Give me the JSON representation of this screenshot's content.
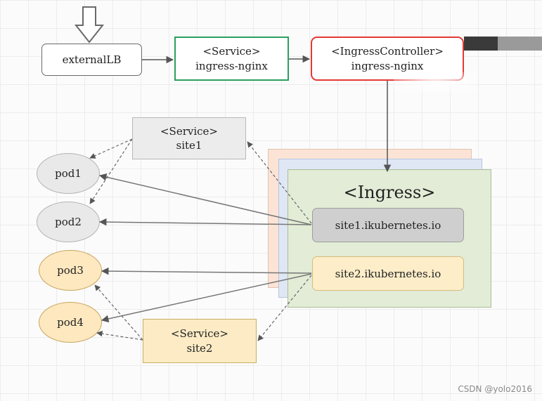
{
  "external_lb": {
    "label": "externalLB"
  },
  "service_nginx": {
    "line1": "<Service>",
    "line2": "ingress-nginx"
  },
  "ingress_controller": {
    "line1": "<IngressController>",
    "line2": "ingress-nginx"
  },
  "service_site1": {
    "line1": "<Service>",
    "line2": "site1"
  },
  "service_site2": {
    "line1": "<Service>",
    "line2": "site2"
  },
  "pods": [
    "pod1",
    "pod2",
    "pod3",
    "pod4"
  ],
  "ingress": {
    "title": "<Ingress>",
    "rules": [
      "site1.ikubernetes.io",
      "site2.ikubernetes.io"
    ]
  },
  "watermark": "CSDN @yolo2016",
  "colors": {
    "service_border": "#2aa05e",
    "controller_border": "#e53935",
    "site1_group": "#e9e9e9",
    "site2_group": "#fde8bf",
    "ingress_panel": "#e2ecd6"
  },
  "icons": {
    "entry": "hollow-down-arrow-icon"
  }
}
